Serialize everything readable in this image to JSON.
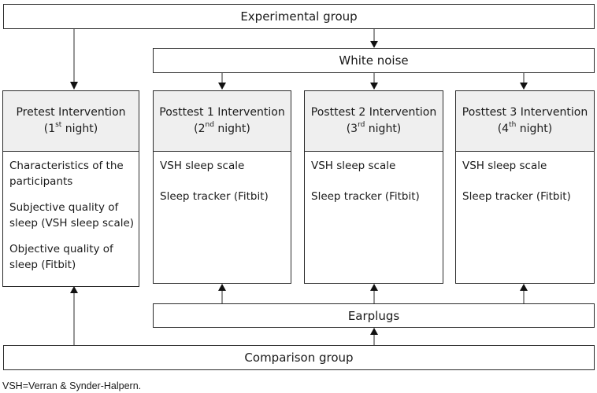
{
  "experimental_group": "Experimental group",
  "white_noise": "White noise",
  "earplugs": "Earplugs",
  "comparison_group": "Comparison group",
  "columns": [
    {
      "title": "Pretest Intervention",
      "night_num": "(1",
      "night_sup": "st",
      "night_rest": " night)",
      "items": [
        "Characteristics of the participants",
        "Subjective quality of sleep (VSH sleep scale)",
        "Objective quality of sleep (Fitbit)"
      ]
    },
    {
      "title": "Posttest 1 Intervention",
      "night_num": "(2",
      "night_sup": "nd",
      "night_rest": " night)",
      "items": [
        "VSH sleep scale",
        "Sleep tracker (Fitbit)"
      ]
    },
    {
      "title": "Posttest 2 Intervention",
      "night_num": "(3",
      "night_sup": "rd",
      "night_rest": " night)",
      "items": [
        "VSH sleep scale",
        "Sleep tracker (Fitbit)"
      ]
    },
    {
      "title": "Posttest 3 Intervention",
      "night_num": "(4",
      "night_sup": "th",
      "night_rest": " night)",
      "items": [
        "VSH sleep scale",
        "Sleep tracker (Fitbit)"
      ]
    }
  ],
  "footnote": "VSH=Verran & Synder-Halpern."
}
